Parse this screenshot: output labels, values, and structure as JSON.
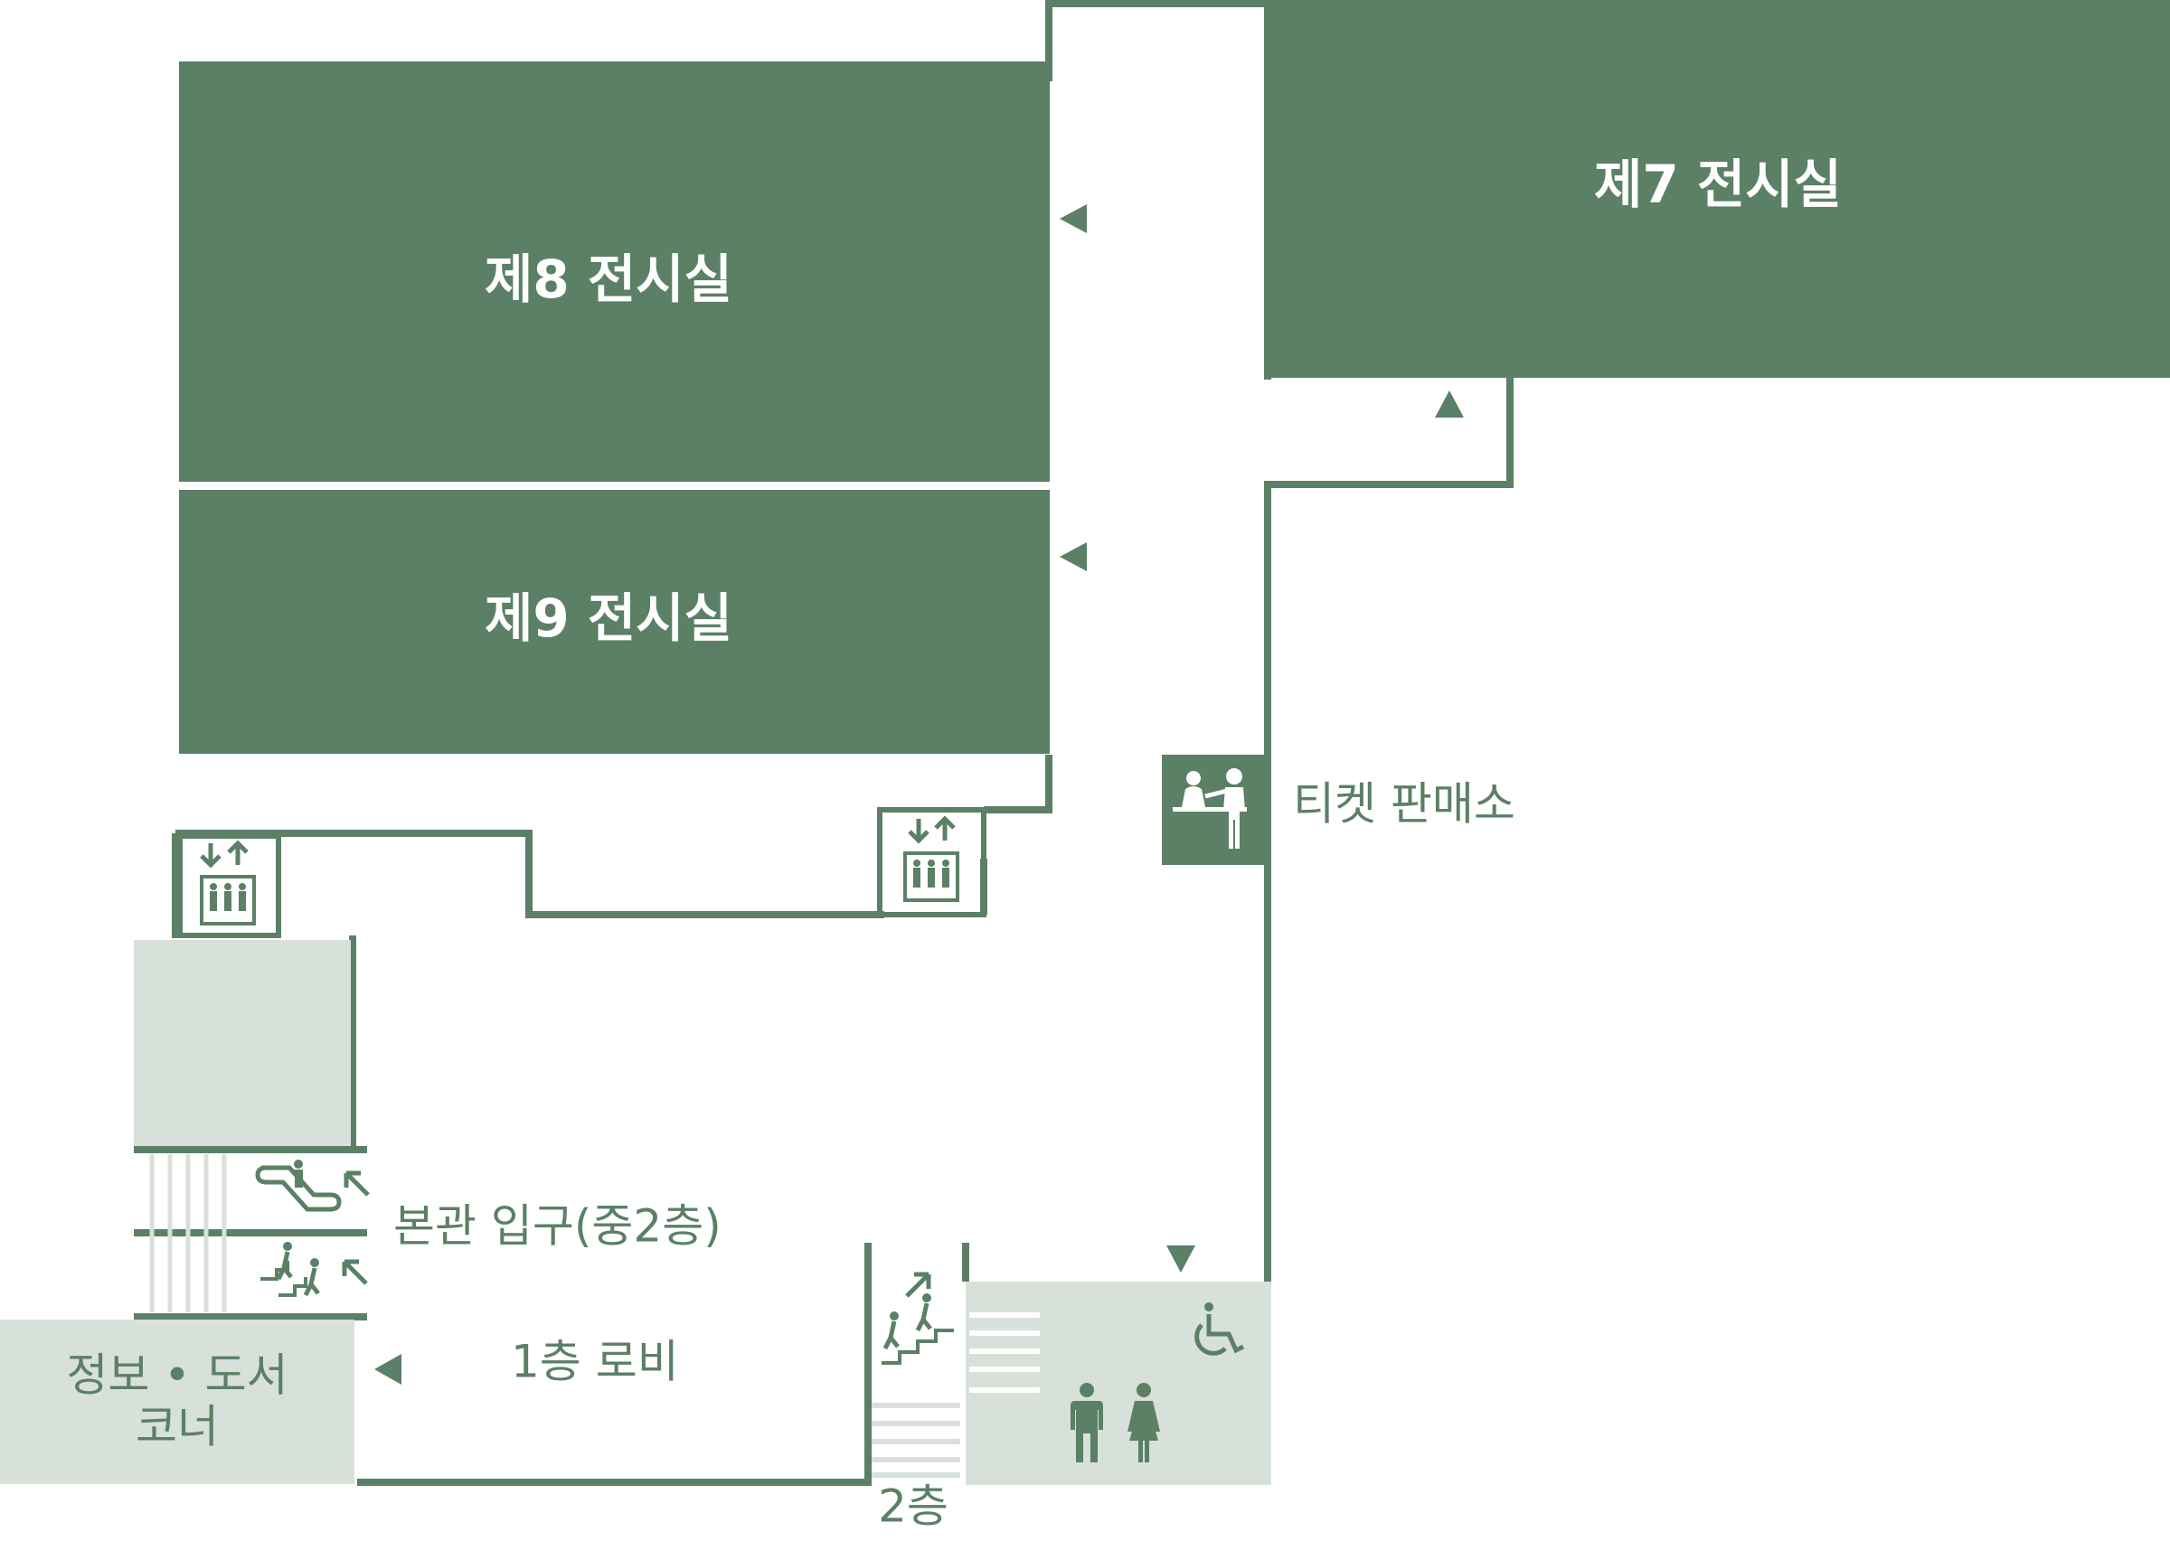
{
  "colors": {
    "room": "#5b8065",
    "area": "#d8e0da",
    "wall": "#5b8065",
    "text": "#5b8065",
    "background": "#ffffff"
  },
  "rooms": {
    "gallery7": "제7 전시실",
    "gallery8": "제8 전시실",
    "gallery9": "제9 전시실"
  },
  "labels": {
    "ticket": "티켓 판매소",
    "entrance": "본관 입구(중2층)",
    "lobby": "1층 로비",
    "info_line1": "정보 • 도서",
    "info_line2": "코너",
    "floor2": "2층"
  },
  "icons": [
    "elevator-icon",
    "escalator-icon",
    "stairs-icon",
    "ticket-office-icon",
    "wheelchair-icon",
    "male-restroom-icon",
    "female-restroom-icon",
    "direction-arrow-icon"
  ]
}
